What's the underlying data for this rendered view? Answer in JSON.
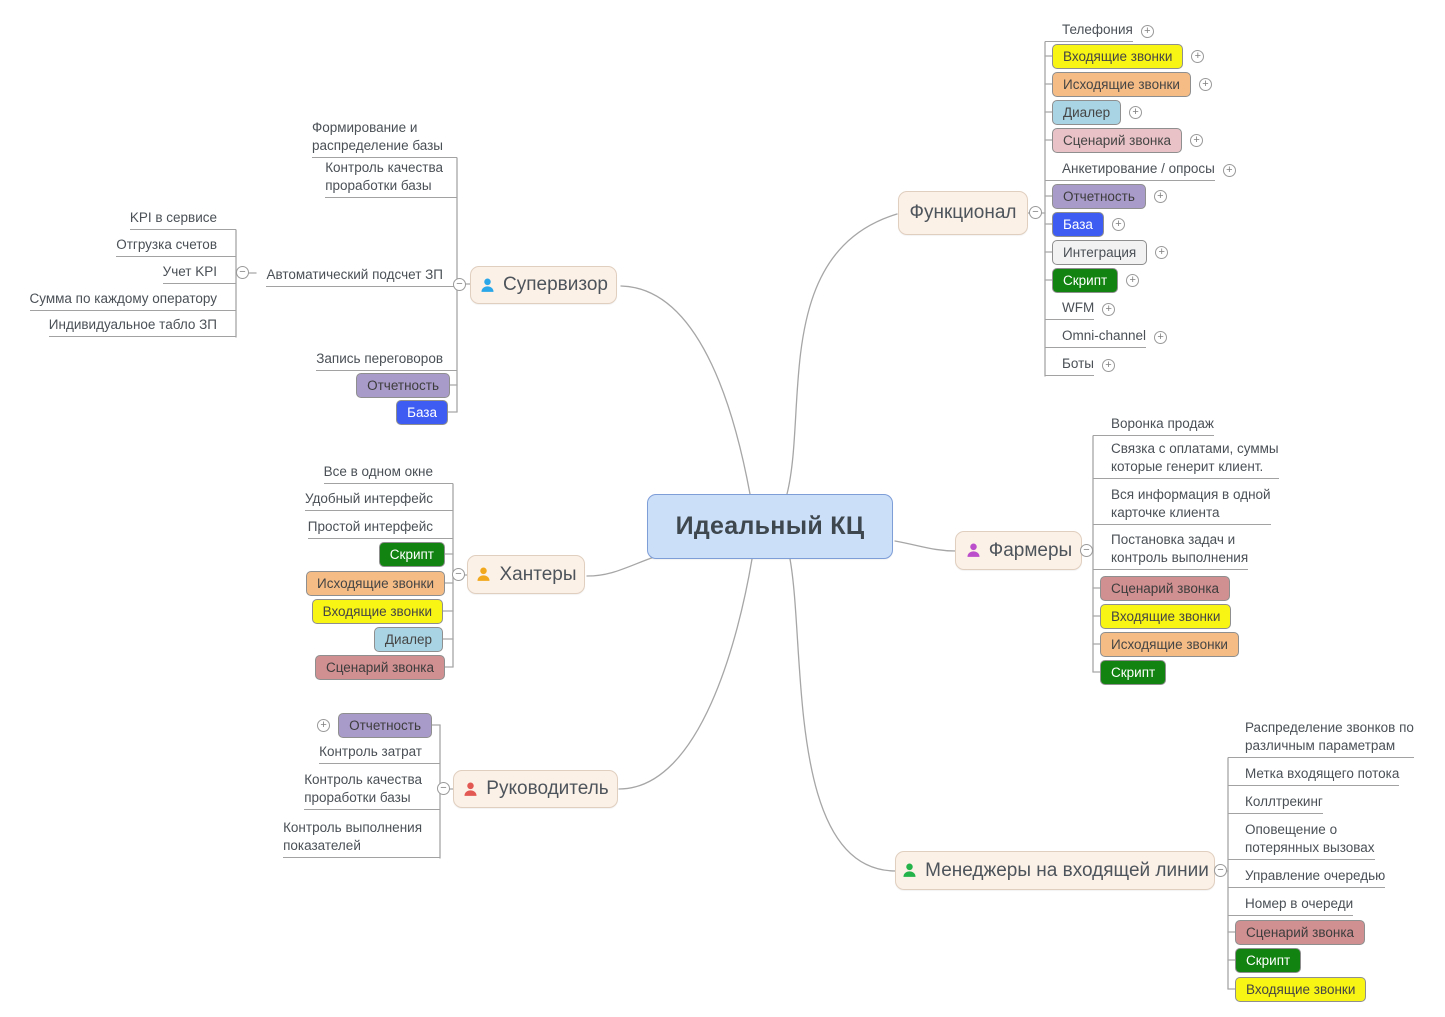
{
  "root": {
    "label": "Идеальный КЦ"
  },
  "palette": {
    "yellow": {
      "bg": "#f8f414",
      "fg": "#454545"
    },
    "orange": {
      "bg": "#f5bc85",
      "fg": "#454545"
    },
    "cyan": {
      "bg": "#a9d4e3",
      "fg": "#454545"
    },
    "pink": {
      "bg": "#e8c2c6",
      "fg": "#454545"
    },
    "rose": {
      "bg": "#d08f91",
      "fg": "#3d3d3d"
    },
    "purple": {
      "bg": "#a99bc9",
      "fg": "#3d3d3d"
    },
    "blue": {
      "bg": "#3e5cf2",
      "fg": "#ffffff"
    },
    "green": {
      "bg": "#128310",
      "fg": "#ffffff"
    },
    "lightgray": {
      "bg": "#f2f2f2",
      "fg": "#4a5056"
    },
    "center_bg": "#cbdff8",
    "center_border": "#7e9ed8",
    "node_bg": "#fcf1e7",
    "line": "#a6a6a6"
  },
  "branches": [
    {
      "label": "Функционал",
      "children": [
        {
          "label": "Телефония"
        },
        {
          "label": "Входящие звонки",
          "color": "yellow"
        },
        {
          "label": "Исходящие звонки",
          "color": "orange"
        },
        {
          "label": "Диалер",
          "color": "cyan"
        },
        {
          "label": "Сценарий звонка",
          "color": "pink"
        },
        {
          "label": "Анкетирование / опросы"
        },
        {
          "label": "Отчетность",
          "color": "purple"
        },
        {
          "label": "База",
          "color": "blue"
        },
        {
          "label": "Интеграция",
          "color": "lightgray"
        },
        {
          "label": "Скрипт",
          "color": "green"
        },
        {
          "label": "WFM"
        },
        {
          "label": "Omni-channel"
        },
        {
          "label": "Боты"
        }
      ]
    },
    {
      "label": "Супервизор",
      "icon_color": "#2aa7e8",
      "children": [
        {
          "label": "Формирование и\nраспределение базы"
        },
        {
          "label": "Контроль качества\nпроработки базы"
        },
        {
          "label": "Автоматический подсчет ЗП",
          "children": [
            {
              "label": "KPI в сервисе"
            },
            {
              "label": "Отгрузка счетов"
            },
            {
              "label": "Учет KPI"
            },
            {
              "label": "Сумма по каждому оператору"
            },
            {
              "label": "Индивидуальное табло ЗП"
            }
          ]
        },
        {
          "label": "Запись переговоров"
        },
        {
          "label": "Отчетность",
          "color": "purple"
        },
        {
          "label": "База",
          "color": "blue"
        }
      ]
    },
    {
      "label": "Хантеры",
      "icon_color": "#f2a81d",
      "children": [
        {
          "label": "Все в одном окне"
        },
        {
          "label": "Удобный интерфейс"
        },
        {
          "label": "Простой интерфейс"
        },
        {
          "label": "Скрипт",
          "color": "green"
        },
        {
          "label": "Исходящие звонки",
          "color": "orange"
        },
        {
          "label": "Входящие звонки",
          "color": "yellow"
        },
        {
          "label": "Диалер",
          "color": "cyan"
        },
        {
          "label": "Сценарий звонка",
          "color": "rose"
        }
      ]
    },
    {
      "label": "Руководитель",
      "icon_color": "#e25853",
      "children": [
        {
          "label": "Отчетность",
          "color": "purple"
        },
        {
          "label": "Контроль затрат"
        },
        {
          "label": "Контроль качества\nпроработки базы"
        },
        {
          "label": "Контроль выполнения\nпоказателей"
        }
      ]
    },
    {
      "label": "Фармеры",
      "icon_color": "#bb4ecb",
      "children": [
        {
          "label": "Воронка продаж"
        },
        {
          "label": "Связка с оплатами, суммы\nкоторые генерит клиент."
        },
        {
          "label": "Вся информация в одной\nкарточке клиента"
        },
        {
          "label": "Постановка задач и\nконтроль выполнения"
        },
        {
          "label": "Сценарий звонка",
          "color": "rose"
        },
        {
          "label": "Входящие звонки",
          "color": "yellow"
        },
        {
          "label": "Исходящие звонки",
          "color": "orange"
        },
        {
          "label": "Скрипт",
          "color": "green"
        }
      ]
    },
    {
      "label": "Менеджеры на входящей линии",
      "icon_color": "#24b24b",
      "children": [
        {
          "label": "Распределение звонков по\nразличным параметрам"
        },
        {
          "label": "Метка входящего потока"
        },
        {
          "label": "Коллтрекинг"
        },
        {
          "label": "Оповещение о\nпотерянных вызовах"
        },
        {
          "label": "Управление очередью"
        },
        {
          "label": "Номер в очереди"
        },
        {
          "label": "Сценарий звонка",
          "color": "rose"
        },
        {
          "label": "Скрипт",
          "color": "green"
        },
        {
          "label": "Входящие звонки",
          "color": "yellow"
        }
      ]
    }
  ]
}
